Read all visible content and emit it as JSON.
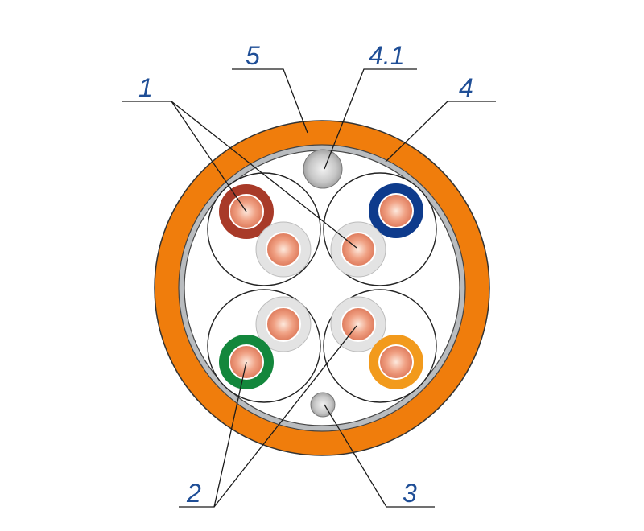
{
  "callouts": {
    "c1": "1",
    "c2": "2",
    "c3": "3",
    "c4": "4",
    "c41": "4.1",
    "c5": "5"
  },
  "colors": {
    "outer_jacket": "#f07d0c",
    "foil_screen": "#b9bcbf",
    "pair_shield": "#ffffff",
    "copper": "#e9896a",
    "copper_light": "#fde2d3",
    "insulation_white": "#e3e3e3",
    "insulation_brown": "#a83a28",
    "insulation_blue": "#0e3b8c",
    "insulation_green": "#13873c",
    "insulation_orange": "#f29a1c",
    "drain_wire": "#b3b3b3",
    "filler": "#bdbdbd",
    "label": "#1f4e96"
  },
  "icons": {
    "cable": "cable-cross-section-icon"
  }
}
